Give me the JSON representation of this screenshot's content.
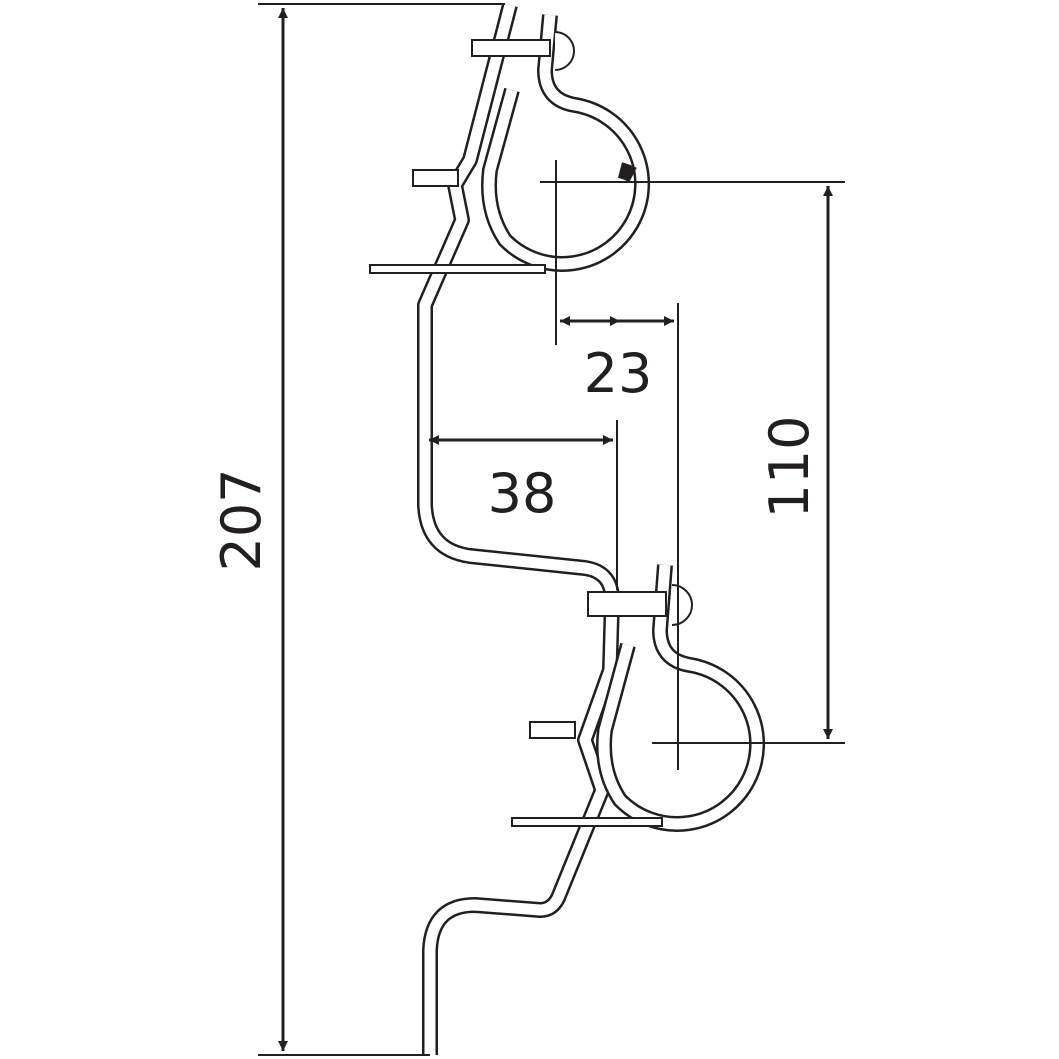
{
  "drawing": {
    "dimensions": {
      "overall_height": "207",
      "clamp_spacing": "110",
      "offset_38": "38",
      "offset_23": "23"
    },
    "line_color": "#231f20"
  }
}
